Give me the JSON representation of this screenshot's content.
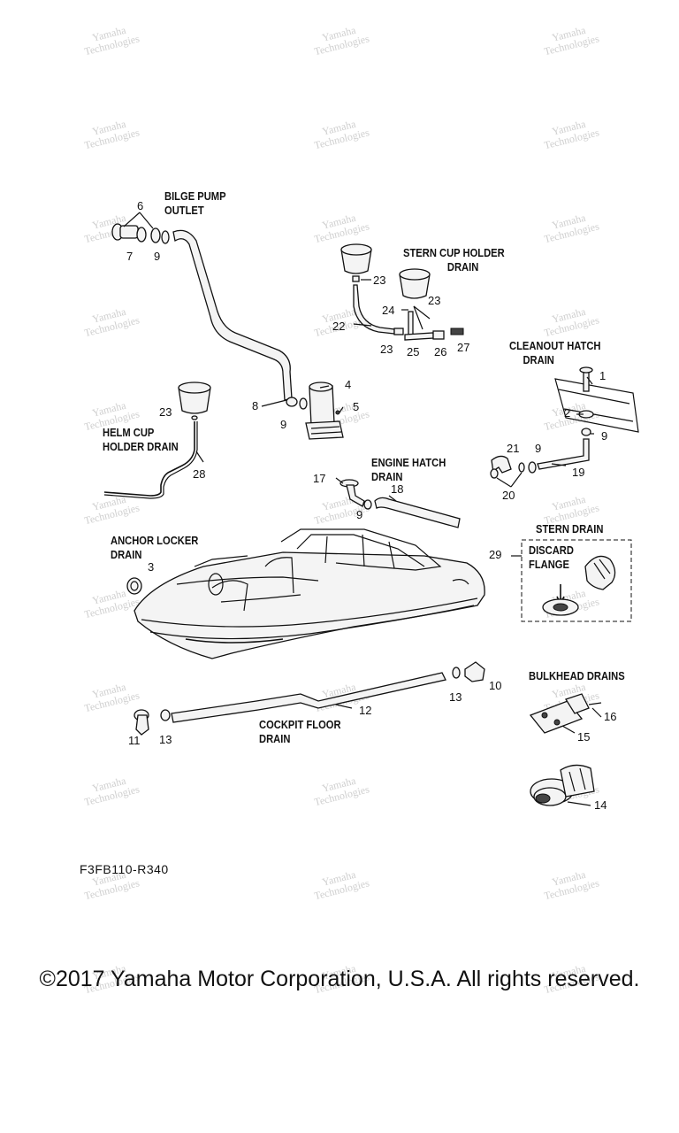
{
  "watermark": {
    "line1": "Yamaha",
    "line2": "Technologies"
  },
  "labels": {
    "bilge_pump_outlet": [
      "BILGE PUMP",
      "OUTLET"
    ],
    "stern_cup_holder_drain": [
      "STERN CUP HOLDER",
      "DRAIN"
    ],
    "cleanout_hatch_drain": [
      "CLEANOUT HATCH",
      "DRAIN"
    ],
    "helm_cup_holder_drain": [
      "HELM CUP",
      "HOLDER DRAIN"
    ],
    "engine_hatch_drain": [
      "ENGINE  HATCH",
      "DRAIN"
    ],
    "anchor_locker_drain": [
      "ANCHOR LOCKER",
      "DRAIN"
    ],
    "stern_drain": "STERN DRAIN",
    "discard_flange": [
      "DISCARD",
      "FLANGE"
    ],
    "bulkhead_drains": "BULKHEAD DRAINS",
    "cockpit_floor_drain": [
      "COCKPIT FLOOR",
      "DRAIN"
    ]
  },
  "part_numbers": [
    {
      "id": "p6",
      "text": "6"
    },
    {
      "id": "p7",
      "text": "7"
    },
    {
      "id": "p9a",
      "text": "9"
    },
    {
      "id": "p23a",
      "text": "23"
    },
    {
      "id": "p24",
      "text": "24"
    },
    {
      "id": "p23b",
      "text": "23"
    },
    {
      "id": "p22",
      "text": "22"
    },
    {
      "id": "p23c",
      "text": "23"
    },
    {
      "id": "p25",
      "text": "25"
    },
    {
      "id": "p26",
      "text": "26"
    },
    {
      "id": "p27",
      "text": "27"
    },
    {
      "id": "p1",
      "text": "1"
    },
    {
      "id": "p2",
      "text": "2"
    },
    {
      "id": "p9b",
      "text": "9"
    },
    {
      "id": "p4",
      "text": "4"
    },
    {
      "id": "p8",
      "text": "8"
    },
    {
      "id": "p5",
      "text": "5"
    },
    {
      "id": "p9c",
      "text": "9"
    },
    {
      "id": "p23d",
      "text": "23"
    },
    {
      "id": "p28",
      "text": "28"
    },
    {
      "id": "p21",
      "text": "21"
    },
    {
      "id": "p9d",
      "text": "9"
    },
    {
      "id": "p19",
      "text": "19"
    },
    {
      "id": "p20",
      "text": "20"
    },
    {
      "id": "p17",
      "text": "17"
    },
    {
      "id": "p18",
      "text": "18"
    },
    {
      "id": "p9e",
      "text": "9"
    },
    {
      "id": "p29",
      "text": "29"
    },
    {
      "id": "p3",
      "text": "3"
    },
    {
      "id": "p10",
      "text": "10"
    },
    {
      "id": "p13a",
      "text": "13"
    },
    {
      "id": "p12",
      "text": "12"
    },
    {
      "id": "p16",
      "text": "16"
    },
    {
      "id": "p15",
      "text": "15"
    },
    {
      "id": "p11",
      "text": "11"
    },
    {
      "id": "p13b",
      "text": "13"
    },
    {
      "id": "p14",
      "text": "14"
    }
  ],
  "drawing_code": "F3FB110-R340",
  "copyright": "©2017 Yamaha Motor Corporation, U.S.A. All rights reserved."
}
